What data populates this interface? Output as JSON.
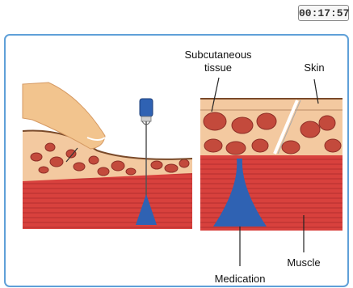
{
  "timer": "00:17:57",
  "labels": {
    "subcutaneous_line1": "Subcutaneous",
    "subcutaneous_line2": "tissue",
    "skin": "Skin",
    "muscle": "Muscle",
    "medication": "Medication"
  },
  "colors": {
    "frame": "#5fa0d8",
    "skin": "#f3c9a0",
    "fat": "#c34a3c",
    "muscle": "#d8413d",
    "medication": "#2f62b3"
  }
}
